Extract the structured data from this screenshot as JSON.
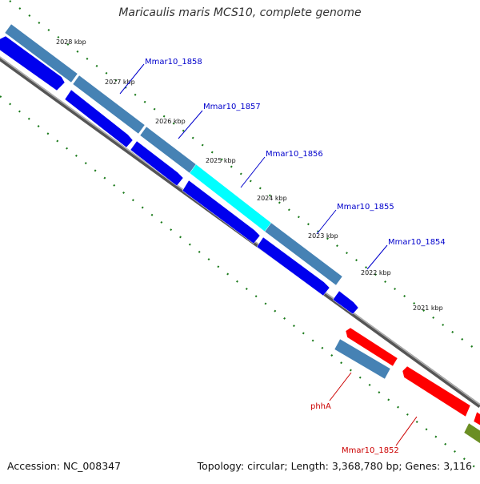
{
  "title": "Maricaulis maris MCS10, complete genome",
  "accession_text": "Accession: NC_008347",
  "topology_text": "Topology: circular; Length: 3,368,780 bp; Genes: 3,116",
  "ticks": [
    "2028 kbp",
    "2027 kbp",
    "2026 kbp",
    "2025 kbp",
    "2024 kbp",
    "2023 kbp",
    "2022 kbp",
    "2021 kbp"
  ],
  "gene_labels": [
    {
      "text": "Mmar10_1858",
      "color": "#0000cc"
    },
    {
      "text": "Mmar10_1857",
      "color": "#0000cc"
    },
    {
      "text": "Mmar10_1856",
      "color": "#0000cc"
    },
    {
      "text": "Mmar10_1855",
      "color": "#0000cc"
    },
    {
      "text": "Mmar10_1854",
      "color": "#0000cc"
    },
    {
      "text": "phhA",
      "color": "#cc0000"
    },
    {
      "text": "Mmar10_1852",
      "color": "#cc0000"
    }
  ],
  "colors": {
    "cds_forward": "#0000ee",
    "gene_track": "#4682b4",
    "highlight": "#00ffff",
    "cds_reverse": "#ff0000",
    "backbone": "#808080",
    "tick_marks": "#1a7a1a",
    "other_feature": "#6b8e23"
  }
}
